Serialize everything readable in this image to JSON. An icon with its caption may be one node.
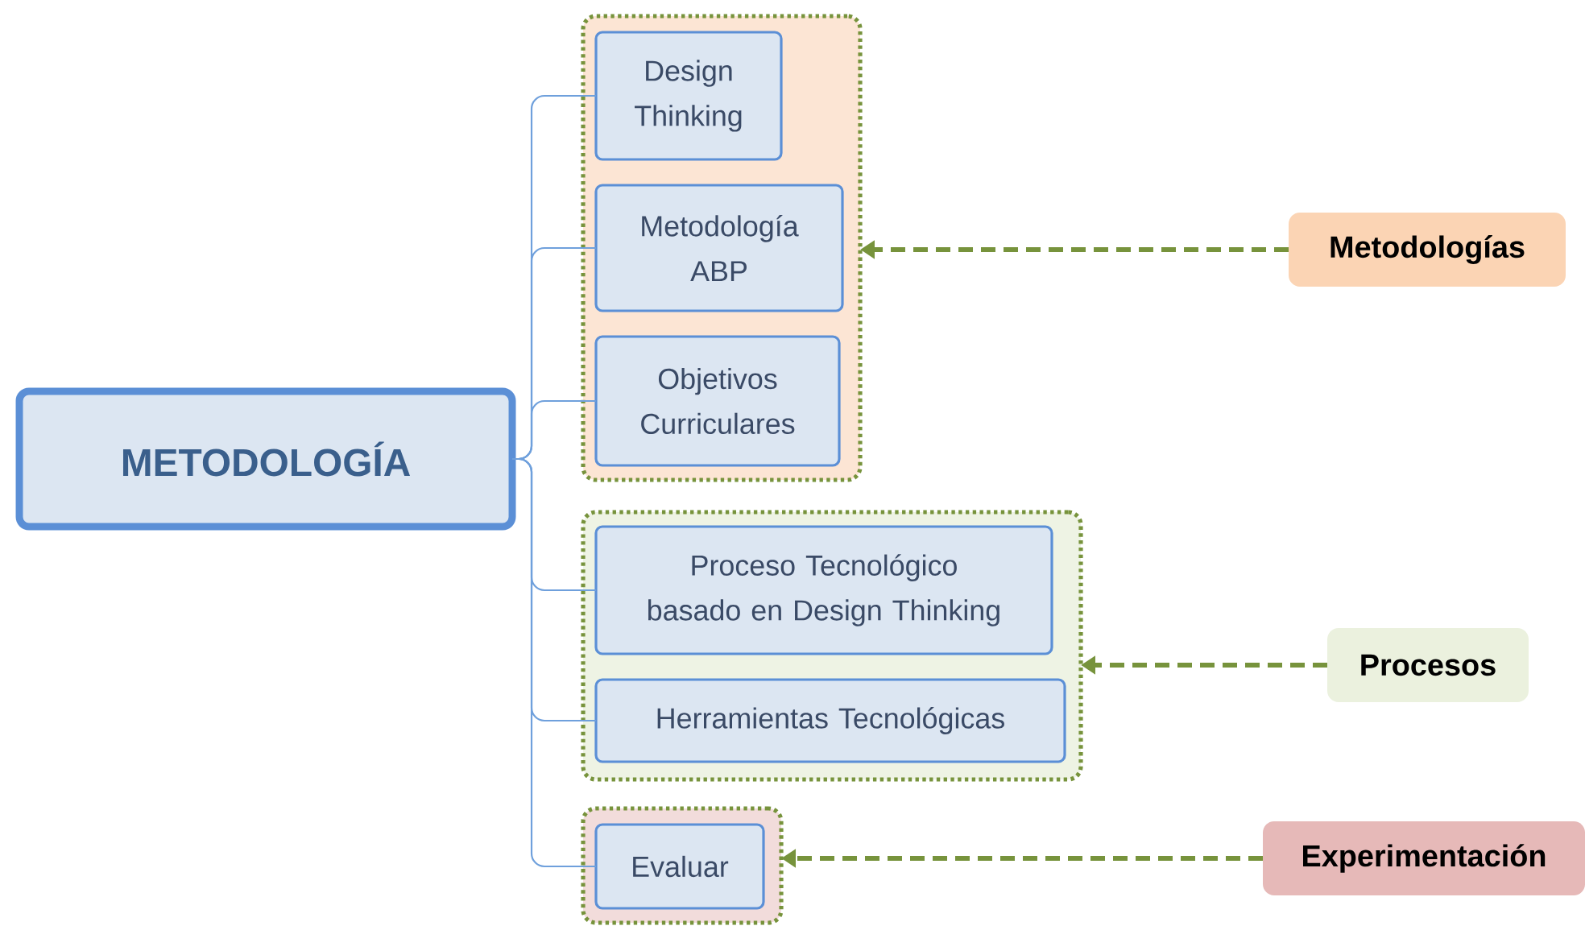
{
  "diagram": {
    "nodes": [
      {
        "text": [
          "METODOLOGÍA"
        ]
      },
      {
        "text": [],
        "shape": "box"
      },
      {
        "text": [
          "Design Thinking"
        ],
        "in": 1
      },
      {
        "text": [
          "Metodología ABP"
        ],
        "in": 1
      },
      {
        "text": [
          "Objetivos Curriculares"
        ],
        "in": 1
      },
      {
        "text": [],
        "shape": "box"
      },
      {
        "text": [
          "Proceso Tecnológico basado en Design Thinking"
        ],
        "in": 5
      },
      {
        "text": [
          "Herramientas Tecnológicas"
        ],
        "in": 5
      },
      {
        "text": [],
        "shape": "box"
      },
      {
        "text": [
          "Evaluar"
        ],
        "in": 8
      },
      {
        "text": [
          "Metodologías"
        ]
      },
      {
        "text": [
          "Procesos"
        ]
      },
      {
        "text": [
          "Experimentación"
        ]
      }
    ],
    "edges": [
      {
        "from": 0,
        "to": 2,
        "arrow": "none"
      },
      {
        "from": 0,
        "to": 3,
        "arrow": "none"
      },
      {
        "from": 0,
        "to": 4,
        "arrow": "none"
      },
      {
        "from": 0,
        "to": 6,
        "arrow": "none"
      },
      {
        "from": 0,
        "to": 7,
        "arrow": "none"
      },
      {
        "from": 0,
        "to": 9,
        "arrow": "none"
      },
      {
        "from": 10,
        "to": 1,
        "arrow": "to",
        "style": "dashed",
        "color": "#77933c"
      },
      {
        "from": 11,
        "to": 5,
        "arrow": "to",
        "style": "dashed",
        "color": "#77933c"
      },
      {
        "from": 12,
        "to": 8,
        "arrow": "to",
        "style": "dashed",
        "color": "#77933c"
      }
    ]
  }
}
